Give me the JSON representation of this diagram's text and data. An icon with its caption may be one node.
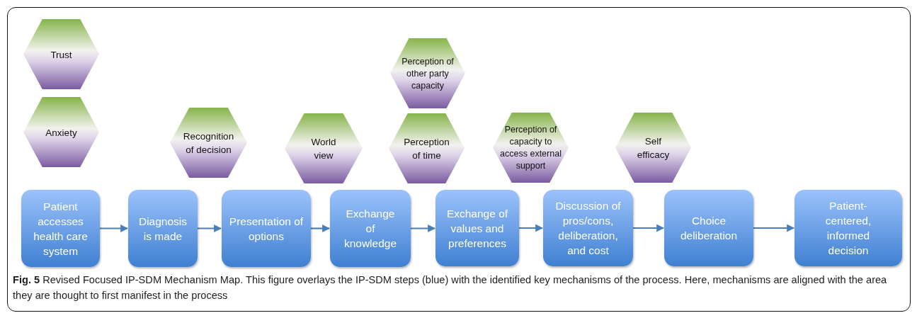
{
  "diagram": {
    "caption": "**Fig. 5** Revised Focused IP-SDM Mechanism Map. This figure overlays the IP-SDM steps (blue) with the identified key mechanisms of the process. Here, mechanisms are aligned with the area they are thought to first manifest in the process",
    "nodes": [
      {
        "text": [
          "Trust"
        ]
      },
      {
        "text": [
          "Perception of other party capacity"
        ]
      },
      {
        "text": [
          "Anxiety"
        ]
      },
      {
        "text": [
          "Recognition of decision"
        ]
      },
      {
        "text": [
          "World view"
        ]
      },
      {
        "text": [
          "Perception of time"
        ]
      },
      {
        "text": [
          "Perception of capacity to access external support"
        ]
      },
      {
        "text": [
          "Self efficacy"
        ]
      },
      {
        "text": [
          "Patient accesses health care system"
        ]
      },
      {
        "text": [
          "Diagnosis is made"
        ]
      },
      {
        "text": [
          "Presentation of options"
        ]
      },
      {
        "text": [
          "Exchange of knowledge"
        ]
      },
      {
        "text": [
          "Exchange of values and preferences"
        ]
      },
      {
        "text": [
          "Discussion of pros/cons, deliberation, and cost"
        ]
      },
      {
        "text": [
          "Choice deliberation"
        ]
      },
      {
        "text": [
          "Patient-centered, informed decision"
        ]
      }
    ],
    "edges": [
      {
        "from": 8,
        "to": 9,
        "arrow": "to"
      },
      {
        "from": 9,
        "to": 10,
        "arrow": "to"
      },
      {
        "from": 10,
        "to": 11,
        "arrow": "to"
      },
      {
        "from": 11,
        "to": 12,
        "arrow": "to"
      },
      {
        "from": 12,
        "to": 13,
        "arrow": "to"
      },
      {
        "from": 13,
        "to": 14,
        "arrow": "to"
      },
      {
        "from": 14,
        "to": 15,
        "arrow": "to"
      }
    ]
  }
}
